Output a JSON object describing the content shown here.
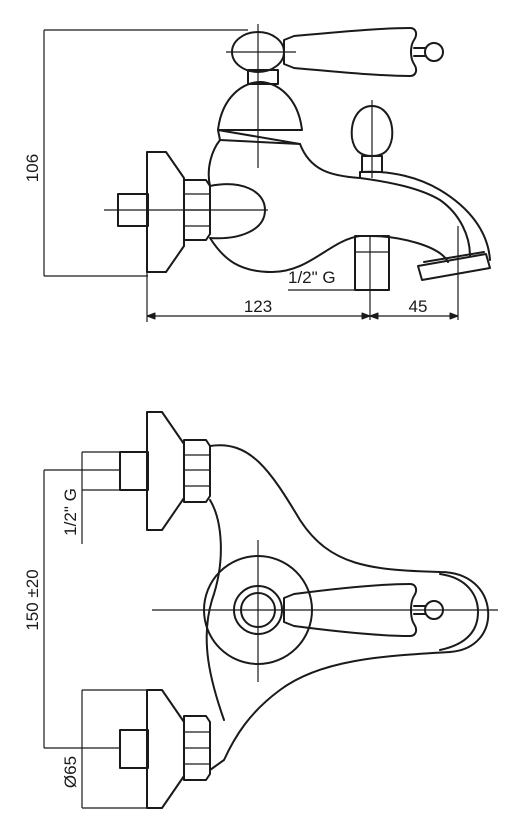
{
  "dimensions": {
    "height_total": "106",
    "inlet_thread_side": "1/2\" G",
    "body_length": "123",
    "spout_length": "45",
    "inlet_thread_front": "1/2\" G",
    "center_distance": "150 ±20",
    "flange_diameter": "Ø65"
  }
}
